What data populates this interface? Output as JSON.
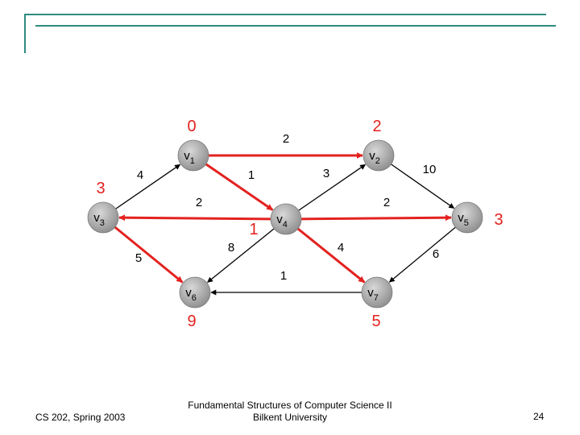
{
  "graph": {
    "vertices": [
      {
        "id": "v1",
        "label": "v",
        "sub": "1",
        "distance": "0"
      },
      {
        "id": "v2",
        "label": "v",
        "sub": "2",
        "distance": "2"
      },
      {
        "id": "v3",
        "label": "v",
        "sub": "3",
        "distance": "3"
      },
      {
        "id": "v4",
        "label": "v",
        "sub": "4",
        "distance": "1"
      },
      {
        "id": "v5",
        "label": "v",
        "sub": "5",
        "distance": "3"
      },
      {
        "id": "v6",
        "label": "v",
        "sub": "6",
        "distance": "9"
      },
      {
        "id": "v7",
        "label": "v",
        "sub": "7",
        "distance": "5"
      }
    ],
    "edges": [
      {
        "from": "v1",
        "to": "v2",
        "weight": "2",
        "highlighted": true
      },
      {
        "from": "v1",
        "to": "v4",
        "weight": "1",
        "highlighted": true
      },
      {
        "from": "v3",
        "to": "v1",
        "weight": "4",
        "highlighted": false
      },
      {
        "from": "v2",
        "to": "v5",
        "weight": "10",
        "highlighted": false
      },
      {
        "from": "v4",
        "to": "v2",
        "weight": "3",
        "highlighted": false
      },
      {
        "from": "v4",
        "to": "v3",
        "weight": "2",
        "highlighted": true
      },
      {
        "from": "v4",
        "to": "v5",
        "weight": "2",
        "highlighted": true
      },
      {
        "from": "v3",
        "to": "v6",
        "weight": "5",
        "highlighted": true
      },
      {
        "from": "v4",
        "to": "v6",
        "weight": "8",
        "highlighted": false
      },
      {
        "from": "v4",
        "to": "v7",
        "weight": "4",
        "highlighted": true
      },
      {
        "from": "v5",
        "to": "v7",
        "weight": "6",
        "highlighted": false
      },
      {
        "from": "v7",
        "to": "v6",
        "weight": "1",
        "highlighted": false
      }
    ]
  },
  "footer": {
    "left": "CS 202, Spring 2003",
    "center_line1": "Fundamental Structures of Computer Science II",
    "center_line2": "Bilkent University",
    "page": "24"
  },
  "colors": {
    "highlight": "#e32220",
    "edge": "#000000",
    "node_fill": "#9a9a9a",
    "distance_text": "#e32220",
    "frame": "#2e8b80"
  }
}
